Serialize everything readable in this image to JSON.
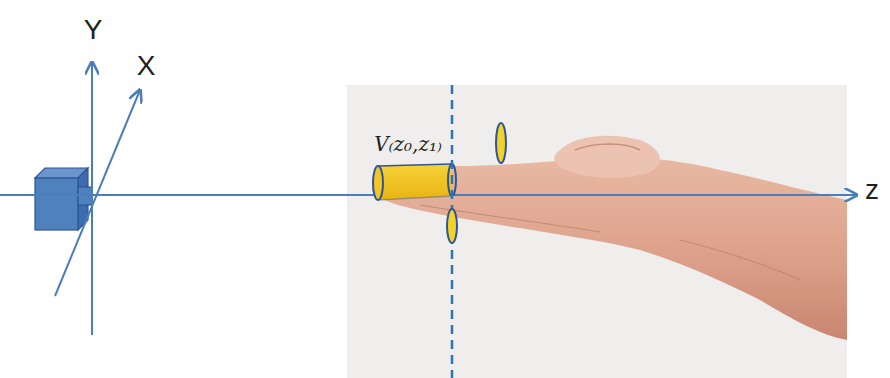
{
  "diagram": {
    "labels": [
      "Y",
      "X",
      "z",
      "V₍z₀,z₁₎"
    ]
  }
}
